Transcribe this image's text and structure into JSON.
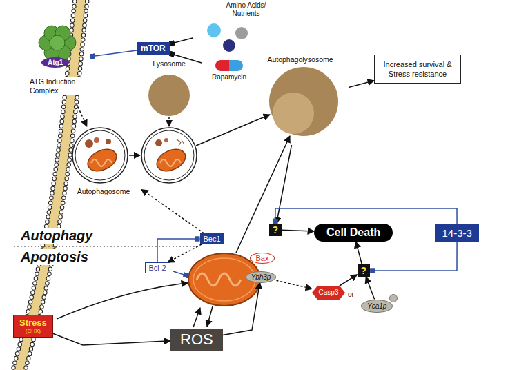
{
  "diagram": {
    "nodes": [
      {
        "text": [
          "Amino Acids/ Nutrients"
        ]
      },
      {
        "text": [
          "mTOR"
        ]
      },
      {
        "text": [
          "Rapamycin"
        ]
      },
      {
        "text": [
          "ATG Induction Complex"
        ]
      },
      {
        "text": [
          "Atg1"
        ],
        "in": 3
      },
      {
        "text": [
          "Lysosome"
        ]
      },
      {
        "text": [
          "Increased survival & Stress resistance"
        ]
      },
      {
        "text": [
          "Autophagolysosome"
        ]
      },
      {
        "text": [
          "Autophagosome"
        ]
      },
      {
        "text": [
          "Bec1"
        ]
      },
      {
        "text": [
          "Bcl-2"
        ]
      },
      {
        "text": [
          "Bax"
        ]
      },
      {
        "text": [
          "Ybh3p"
        ]
      },
      {
        "text": [
          "Stress",
          "(CHX)"
        ]
      },
      {
        "text": [
          "ROS"
        ]
      },
      {
        "text": [
          "Casp3"
        ]
      },
      {
        "text": [
          "Yca1p"
        ]
      },
      {
        "text": [
          "?"
        ]
      },
      {
        "text": [
          "Cell Death"
        ]
      },
      {
        "text": [
          "14-3-3"
        ]
      },
      {
        "text": [
          "?"
        ]
      }
    ],
    "edges": [
      {
        "from": 0,
        "to": 1,
        "arrow": "to"
      },
      {
        "from": 2,
        "to": 1,
        "arrow": "to"
      },
      {
        "from": 1,
        "to": 3,
        "arrow": "to"
      },
      {
        "from": 3,
        "to": 8,
        "arrow": "to"
      },
      {
        "from": 7,
        "to": 6,
        "arrow": "to"
      },
      {
        "from": 7,
        "to": 17,
        "arrow": "to"
      },
      {
        "from": 17,
        "to": 18,
        "arrow": "to"
      },
      {
        "from": 19,
        "to": 17,
        "arrow": "to"
      },
      {
        "from": 19,
        "to": 20,
        "arrow": "to"
      },
      {
        "from": 20,
        "to": 18,
        "arrow": "to"
      },
      {
        "from": 15,
        "to": 20,
        "arrow": "to"
      },
      {
        "from": 16,
        "to": 20,
        "arrow": "to"
      },
      {
        "from": 9,
        "to": 8,
        "arrow": "to"
      },
      {
        "from": 9,
        "to": 10,
        "arrow": "to"
      },
      {
        "from": 10,
        "to": 9,
        "arrow": "to"
      },
      {
        "from": 13,
        "to": 14,
        "arrow": "to"
      },
      {
        "from": 14,
        "to": 12,
        "arrow": "to"
      },
      {
        "from": 12,
        "to": 15,
        "arrow": "to"
      }
    ],
    "labels": [
      "Autophagy",
      "Apoptosis",
      "or"
    ]
  }
}
